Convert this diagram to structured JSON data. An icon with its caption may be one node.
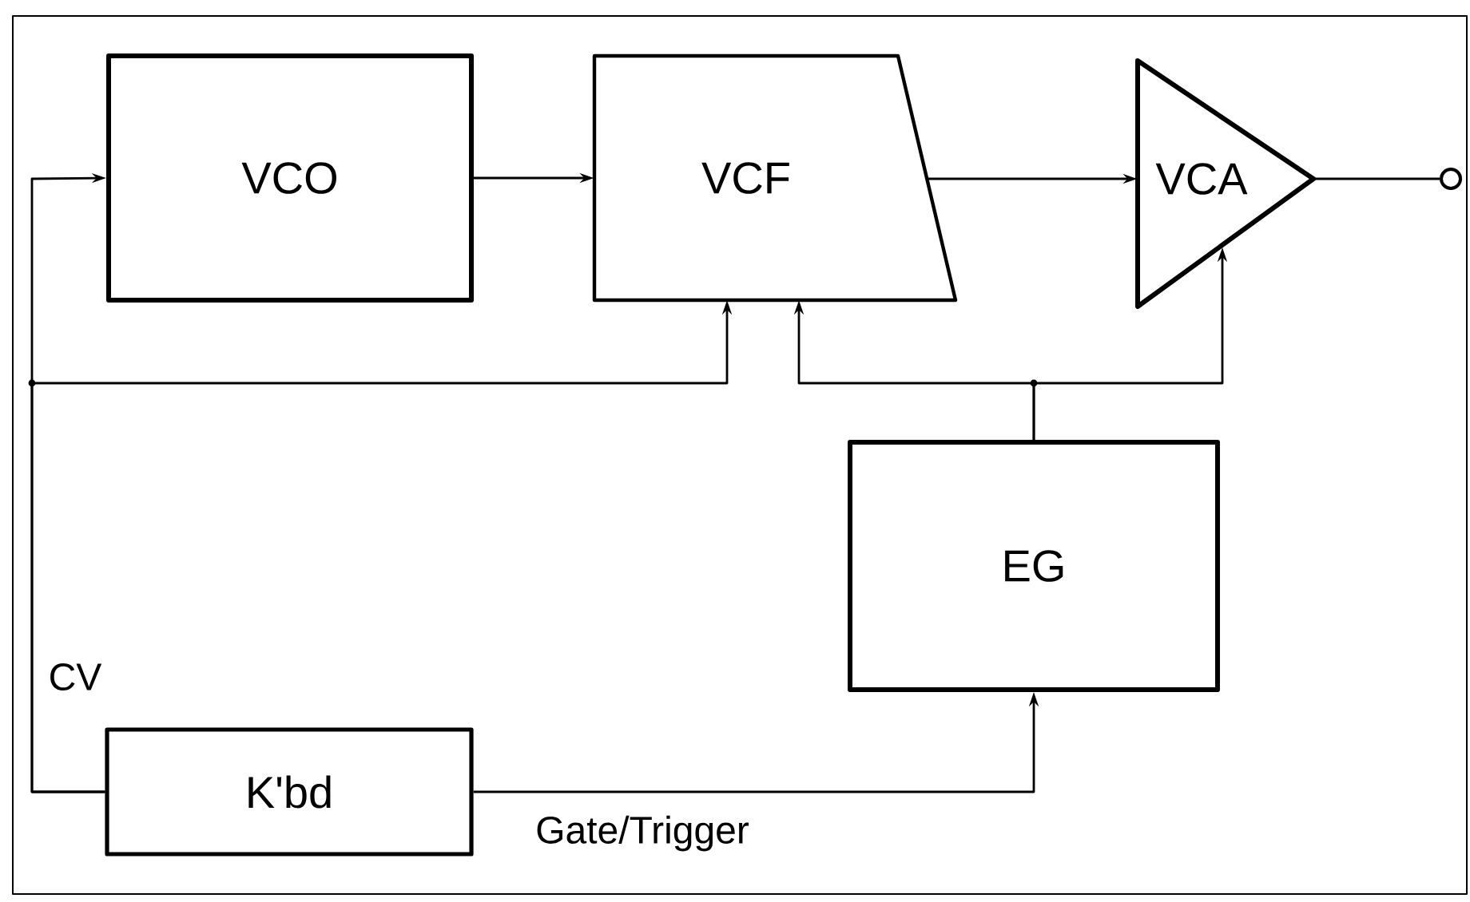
{
  "diagram": {
    "nodes": [
      {
        "text": [
          "VCO"
        ]
      },
      {
        "text": [
          "VCF"
        ]
      },
      {
        "text": [
          "VCA"
        ]
      },
      {
        "text": [],
        "shape": "circle"
      },
      {
        "text": [
          "EG"
        ]
      },
      {
        "text": [
          "K'bd"
        ]
      }
    ],
    "edges": [
      {
        "from": 0,
        "to": 1,
        "arrow": "to"
      },
      {
        "from": 1,
        "to": 2,
        "arrow": "to"
      },
      {
        "from": 2,
        "to": 3,
        "arrow": "none"
      },
      {
        "from": 4,
        "to": 1,
        "arrow": "to"
      },
      {
        "from": 4,
        "to": 2,
        "arrow": "to"
      },
      {
        "from": 5,
        "to": 0,
        "arrow": "to",
        "label": "CV"
      },
      {
        "from": 5,
        "to": 1,
        "arrow": "to"
      },
      {
        "from": 5,
        "to": 4,
        "arrow": "to",
        "label": "Gate/Trigger"
      }
    ]
  }
}
